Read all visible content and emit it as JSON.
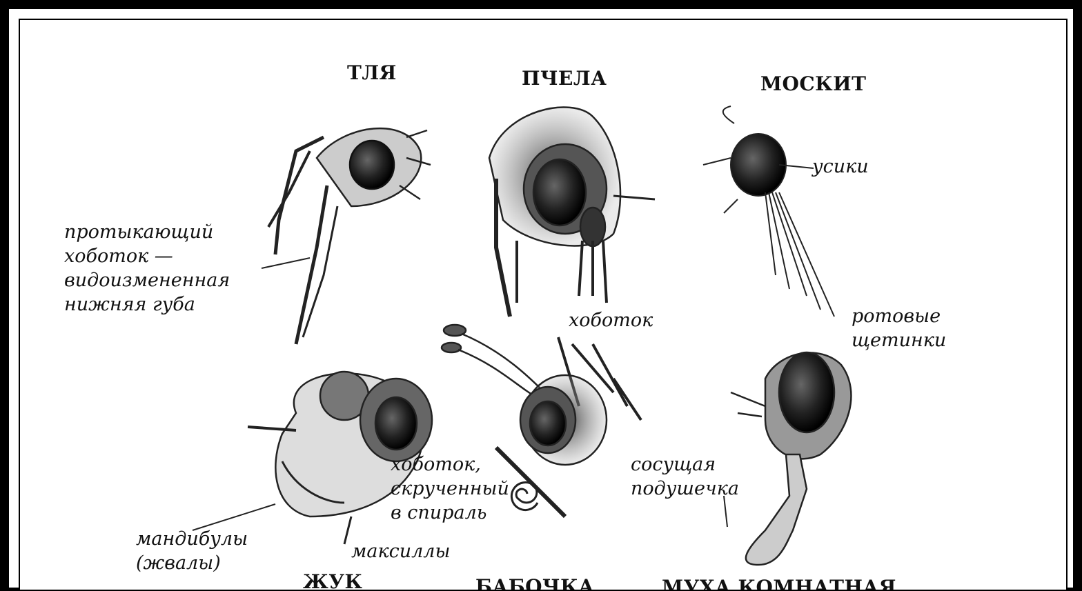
{
  "titles": {
    "aphid": "ТЛЯ",
    "bee": "ПЧЕЛА",
    "mosquito": "МОСКИТ",
    "beetle": "ЖУК",
    "butterfly": "БАБОЧКА",
    "housefly": "МУХА КОМНАТНАЯ"
  },
  "labels": {
    "aphid_proboscis": [
      "протыкающий",
      "хоботок —",
      "видоизмененная",
      "нижняя губа"
    ],
    "mosquito_antennae": "усики",
    "bee_proboscis": "хоботок",
    "mosquito_bristles": [
      "ротовые",
      "щетинки"
    ],
    "butterfly_proboscis": [
      "хоботок,",
      "скрученный",
      "в спираль"
    ],
    "fly_pad": [
      "сосущая",
      "подушечка"
    ],
    "beetle_mandibles": [
      "мандибулы",
      "(жвалы)"
    ],
    "beetle_maxillae": "максиллы"
  }
}
